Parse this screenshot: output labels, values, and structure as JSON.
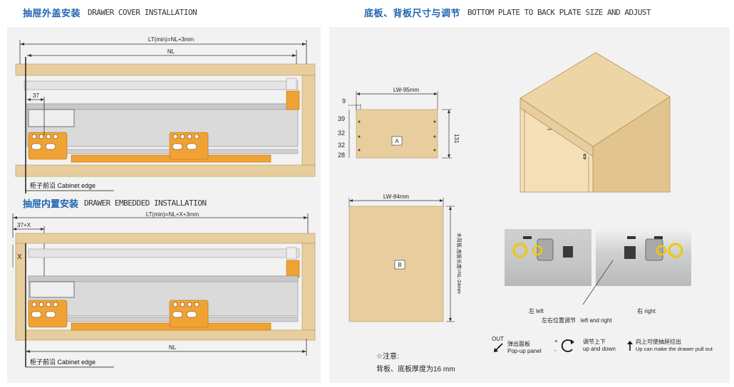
{
  "headers": {
    "cover": {
      "zh": "抽屉外盖安装",
      "en": "DRAWER COVER INSTALLATION"
    },
    "bottom": {
      "zh": "底板、背板尺寸与调节",
      "en": "BOTTOM PLATE TO BACK PLATE SIZE AND ADJUST"
    },
    "embedded": {
      "zh": "抽屉内置安装",
      "en": "DRAWER EMBEDDED INSTALLATION"
    }
  },
  "cover_diagram": {
    "lt_label": "LT(min)=NL+3mm",
    "nl_label": "NL",
    "dim_37": "37",
    "cabinet_edge": "柜子前沿 Cabinet edge"
  },
  "embedded_diagram": {
    "lt_label": "LT(min)=NL+X+3mm",
    "dim_37x": "37+X",
    "x_label": "X",
    "nl_label": "NL",
    "cabinet_edge": "柜子前沿 Cabinet edge"
  },
  "plate_a": {
    "width_label": "LW-95mm",
    "offset_9": "9",
    "rows": [
      "39",
      "32",
      "32",
      "28"
    ],
    "height": "131",
    "tag": "A"
  },
  "plate_b": {
    "width_label": "LW-84mm",
    "height_label": "木背板,底板长度=NL-24mm",
    "tag": "B"
  },
  "adjust": {
    "left": "左 left",
    "right": "右 right",
    "left_right": "左右位置调节   left and right",
    "out": "OUT",
    "popup_zh": "弹出面板",
    "popup_en": "Pop-up panel",
    "plus": "+",
    "minus": "-",
    "updown_zh": "调节上下",
    "updown_en": "up and down",
    "pull_zh": "向上可使抽屉拉出",
    "pull_en": "Up can make the drawer pull out"
  },
  "notes": {
    "title": "☆注意:",
    "text": "背板、底板厚度为16 mm"
  },
  "colors": {
    "wood": "#e8ce9f",
    "wood_edge": "#b89258",
    "orange": "#f0a234",
    "steel": "#d9d9d9",
    "accent_blue": "#1f64b0",
    "panel_bg": "#f2f2f2"
  }
}
